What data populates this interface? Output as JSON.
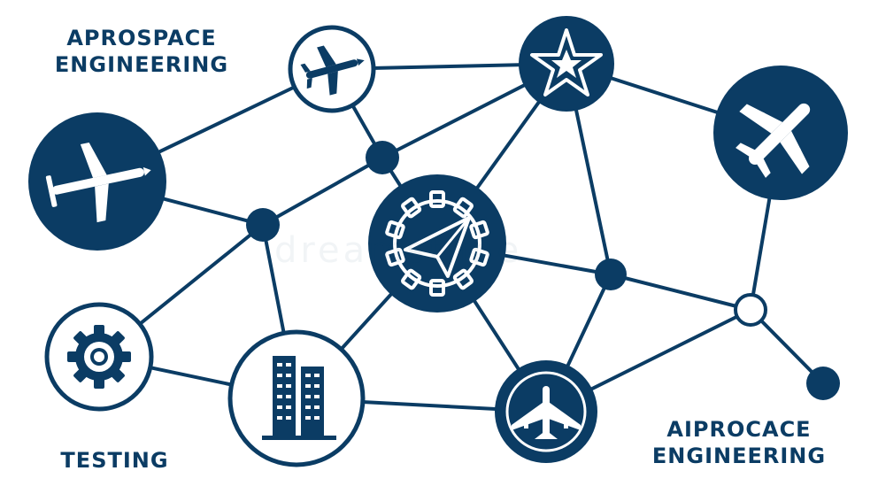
{
  "labels": {
    "top_left_line1": "APROSPACE",
    "top_left_line2": "ENGINEERING",
    "bottom_left": "TESTING",
    "bottom_right_line1": "AIPROCACE",
    "bottom_right_line2": "ENGINEERING"
  },
  "watermark": "dreamstime",
  "colors": {
    "primary": "#0b3c64",
    "background": "#ffffff"
  },
  "nodes": [
    {
      "name": "plane-outline-node",
      "icon": "airplane-icon",
      "style": "outline"
    },
    {
      "name": "star-node",
      "icon": "star-icon",
      "style": "filled"
    },
    {
      "name": "airplane-node",
      "icon": "airplane-icon",
      "style": "filled"
    },
    {
      "name": "drone-node",
      "icon": "drone-icon",
      "style": "filled"
    },
    {
      "name": "gear-paper-plane-node",
      "icon": "gear-paper-plane-icon",
      "style": "filled"
    },
    {
      "name": "gear-node",
      "icon": "gear-icon",
      "style": "outline"
    },
    {
      "name": "buildings-node",
      "icon": "buildings-icon",
      "style": "outline"
    },
    {
      "name": "jet-node",
      "icon": "jet-icon",
      "style": "filled"
    }
  ]
}
